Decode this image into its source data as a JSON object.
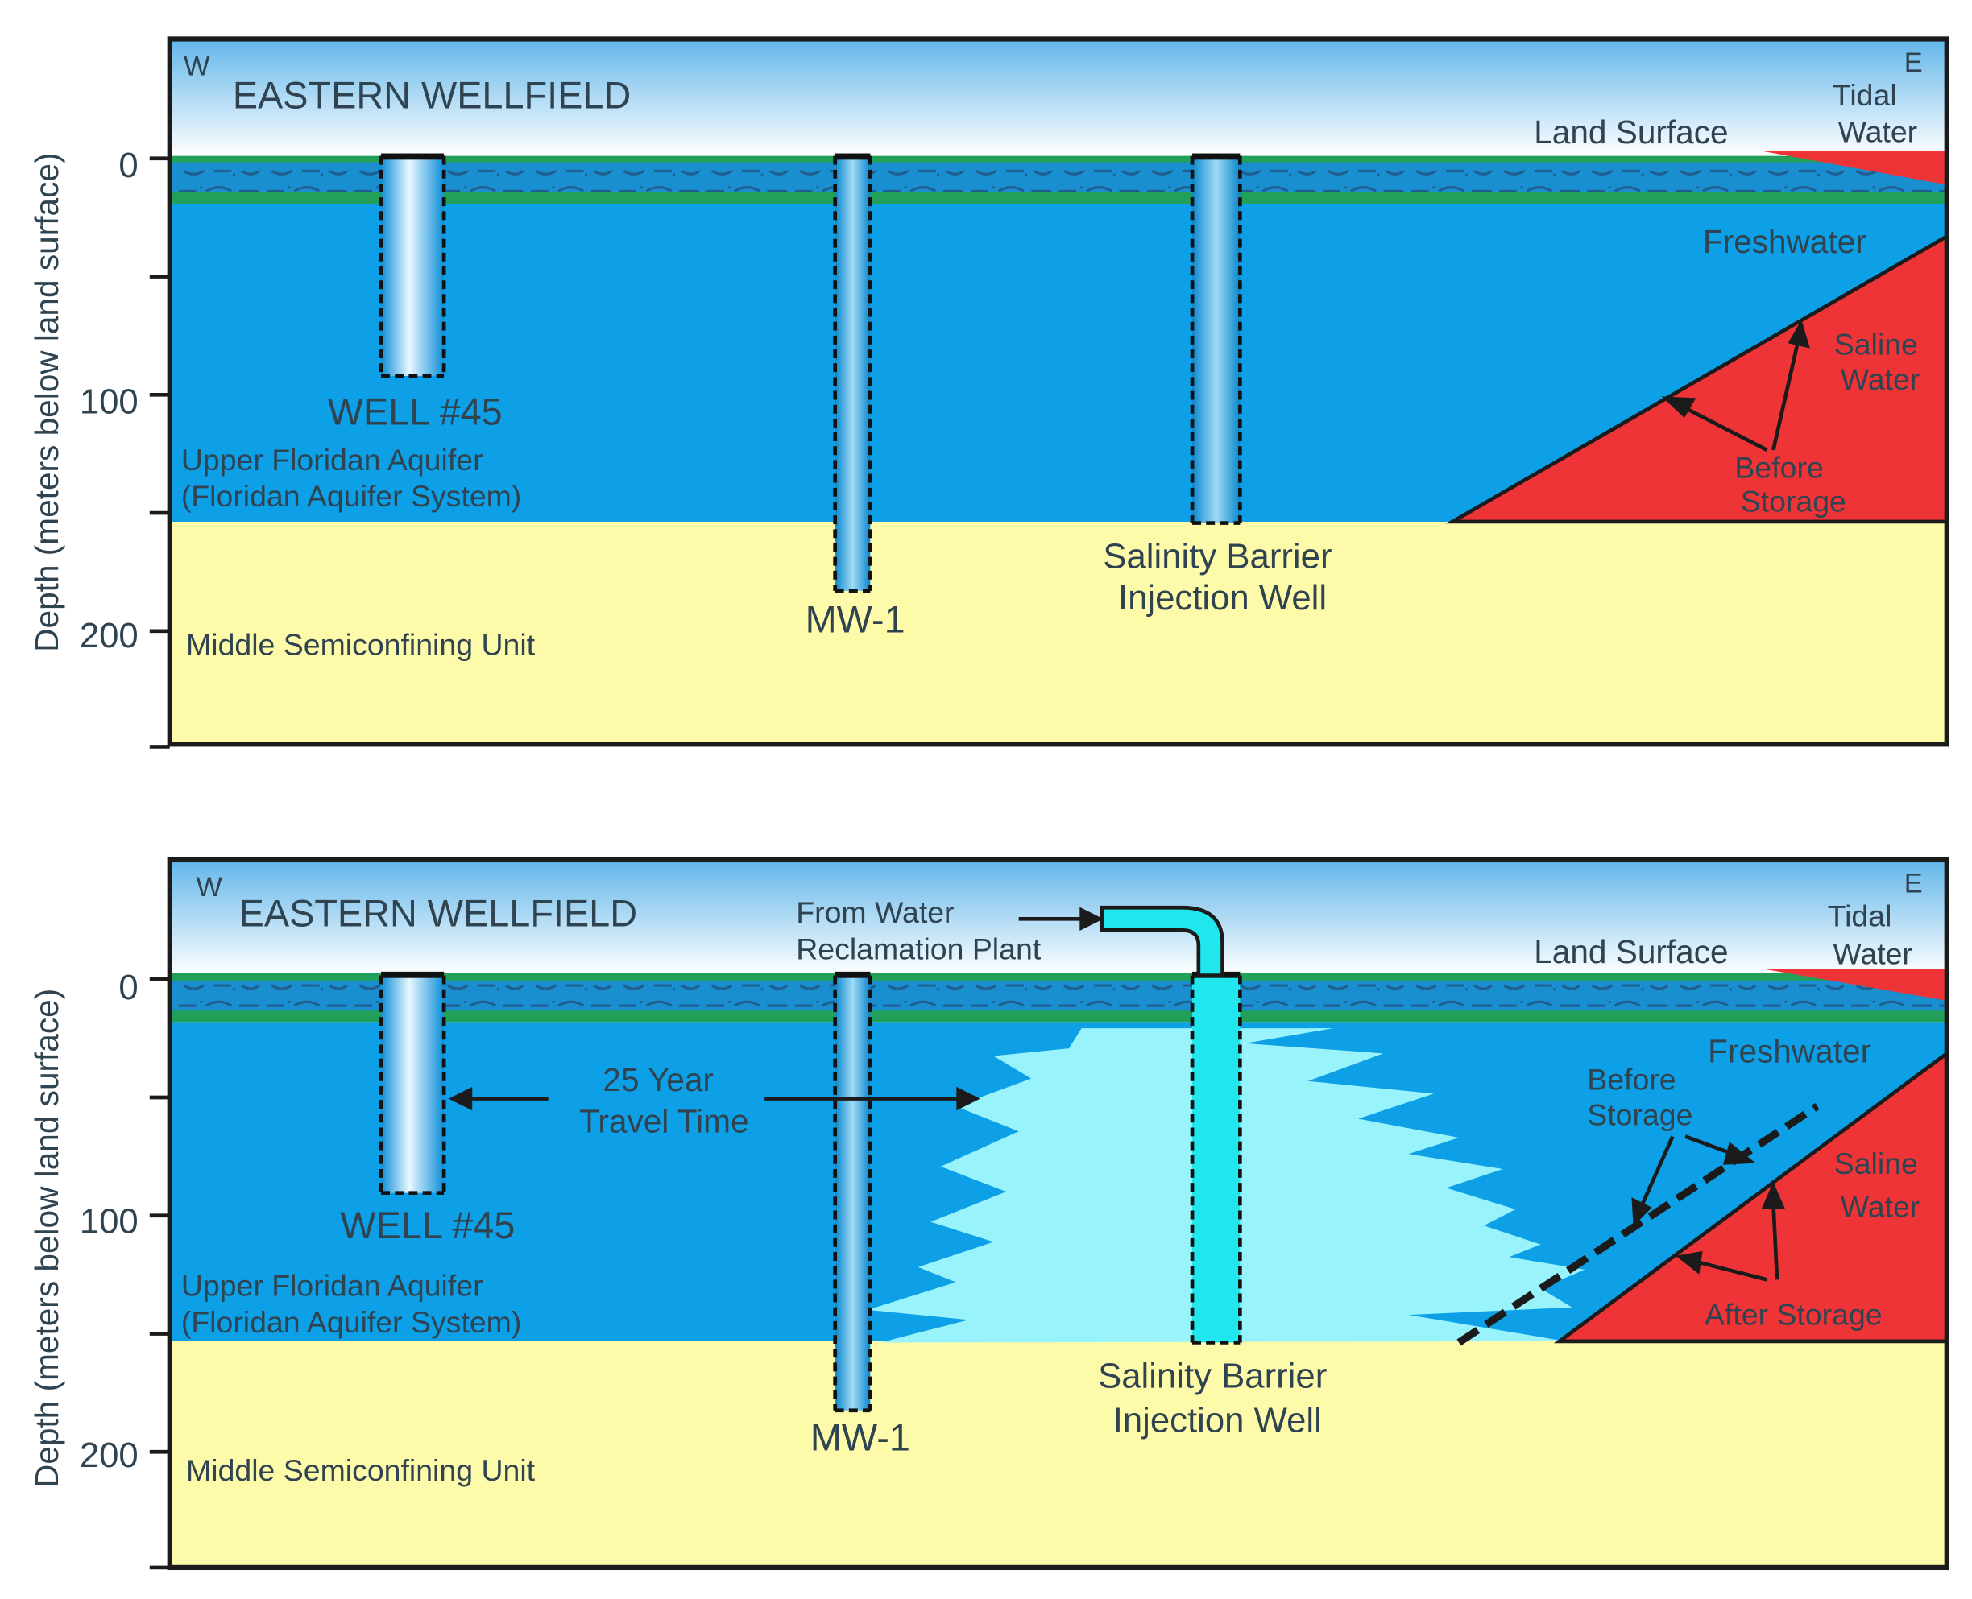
{
  "palette": {
    "sky_top": "#62b6ea",
    "sky_bottom": "#ffffff",
    "aquifer_blue": "#0da0e6",
    "soil_green": "#22a05a",
    "saline_red": "#ef3438",
    "confining_yellow": "#fdfbaa",
    "freshwater_plume": "#99f3fb",
    "injected_water": "#20e7ee",
    "text_dark": "#2f4350"
  },
  "axis": {
    "ylabel": "Depth  (meters below land surface)",
    "ticks": [
      "0",
      "100",
      "200"
    ]
  },
  "panels": [
    {
      "id": "before",
      "compass_w": "W",
      "compass_e": "E",
      "title": "EASTERN WELLFIELD",
      "tidal_label": [
        "Tidal",
        "Water"
      ],
      "land_surface_label": "Land Surface",
      "freshwater_label": "Freshwater",
      "saline_label": [
        "Saline",
        "Water"
      ],
      "interface_label": [
        "Before",
        "Storage"
      ],
      "well45_label": "WELL #45",
      "aquifer_label": [
        "Upper Floridan Aquifer",
        "(Floridan Aquifer System)"
      ],
      "mw1_label": "MW-1",
      "barrier_label": [
        "Salinity Barrier",
        "Injection Well"
      ],
      "semiconfining_label": "Middle Semiconfining Unit"
    },
    {
      "id": "after",
      "compass_w": "W",
      "compass_e": "E",
      "title": "EASTERN WELLFIELD",
      "tidal_label": [
        "Tidal",
        "Water"
      ],
      "land_surface_label": "Land Surface",
      "freshwater_label": "Freshwater",
      "saline_label": [
        "Saline",
        "Water"
      ],
      "before_label": [
        "Before",
        "Storage"
      ],
      "after_label": "After Storage",
      "source_label": [
        "From Water",
        "Reclamation Plant"
      ],
      "travel_label": [
        "25 Year",
        "Travel Time"
      ],
      "well45_label": "WELL #45",
      "aquifer_label": [
        "Upper Floridan Aquifer",
        "(Floridan Aquifer System)"
      ],
      "mw1_label": "MW-1",
      "barrier_label": [
        "Salinity Barrier",
        "Injection Well"
      ],
      "semiconfining_label": "Middle Semiconfining Unit"
    }
  ]
}
